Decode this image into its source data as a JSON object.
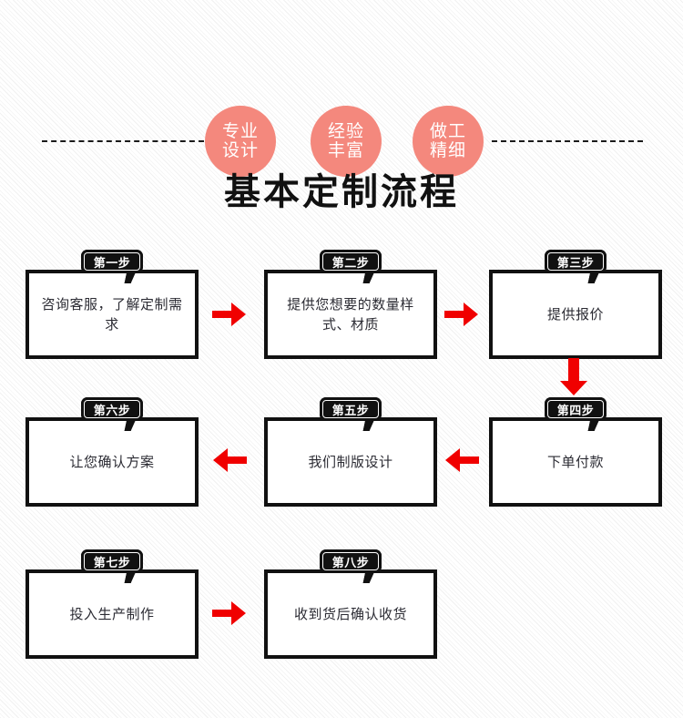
{
  "header": {
    "circles": [
      {
        "name": "circle-professional-design",
        "line1": "专业",
        "line2": "设计"
      },
      {
        "name": "circle-rich-experience",
        "line1": "经验",
        "line2": "丰富"
      },
      {
        "name": "circle-fine-workmanship",
        "line1": "做工",
        "line2": "精细"
      }
    ],
    "accent_color": "#f4887d"
  },
  "title": "基本定制流程",
  "flow": {
    "arrow_color": "#f00000",
    "box_border_color": "#111111",
    "badge_color": "#111111",
    "steps": [
      {
        "badge": "第一步",
        "text": "咨询客服，了解定制需求"
      },
      {
        "badge": "第二步",
        "text": "提供您想要的数量样式、材质"
      },
      {
        "badge": "第三步",
        "text": "提供报价"
      },
      {
        "badge": "第四步",
        "text": "下单付款"
      },
      {
        "badge": "第五步",
        "text": "我们制版设计"
      },
      {
        "badge": "第六步",
        "text": "让您确认方案"
      },
      {
        "badge": "第七步",
        "text": "投入生产制作"
      },
      {
        "badge": "第八步",
        "text": "收到货后确认收货"
      }
    ],
    "arrows": [
      {
        "name": "arrow-step1-to-step2",
        "direction": "right"
      },
      {
        "name": "arrow-step2-to-step3",
        "direction": "right"
      },
      {
        "name": "arrow-step3-to-step4",
        "direction": "down"
      },
      {
        "name": "arrow-step4-to-step5",
        "direction": "left"
      },
      {
        "name": "arrow-step5-to-step6",
        "direction": "left"
      },
      {
        "name": "arrow-step7-to-step8",
        "direction": "right"
      }
    ]
  }
}
